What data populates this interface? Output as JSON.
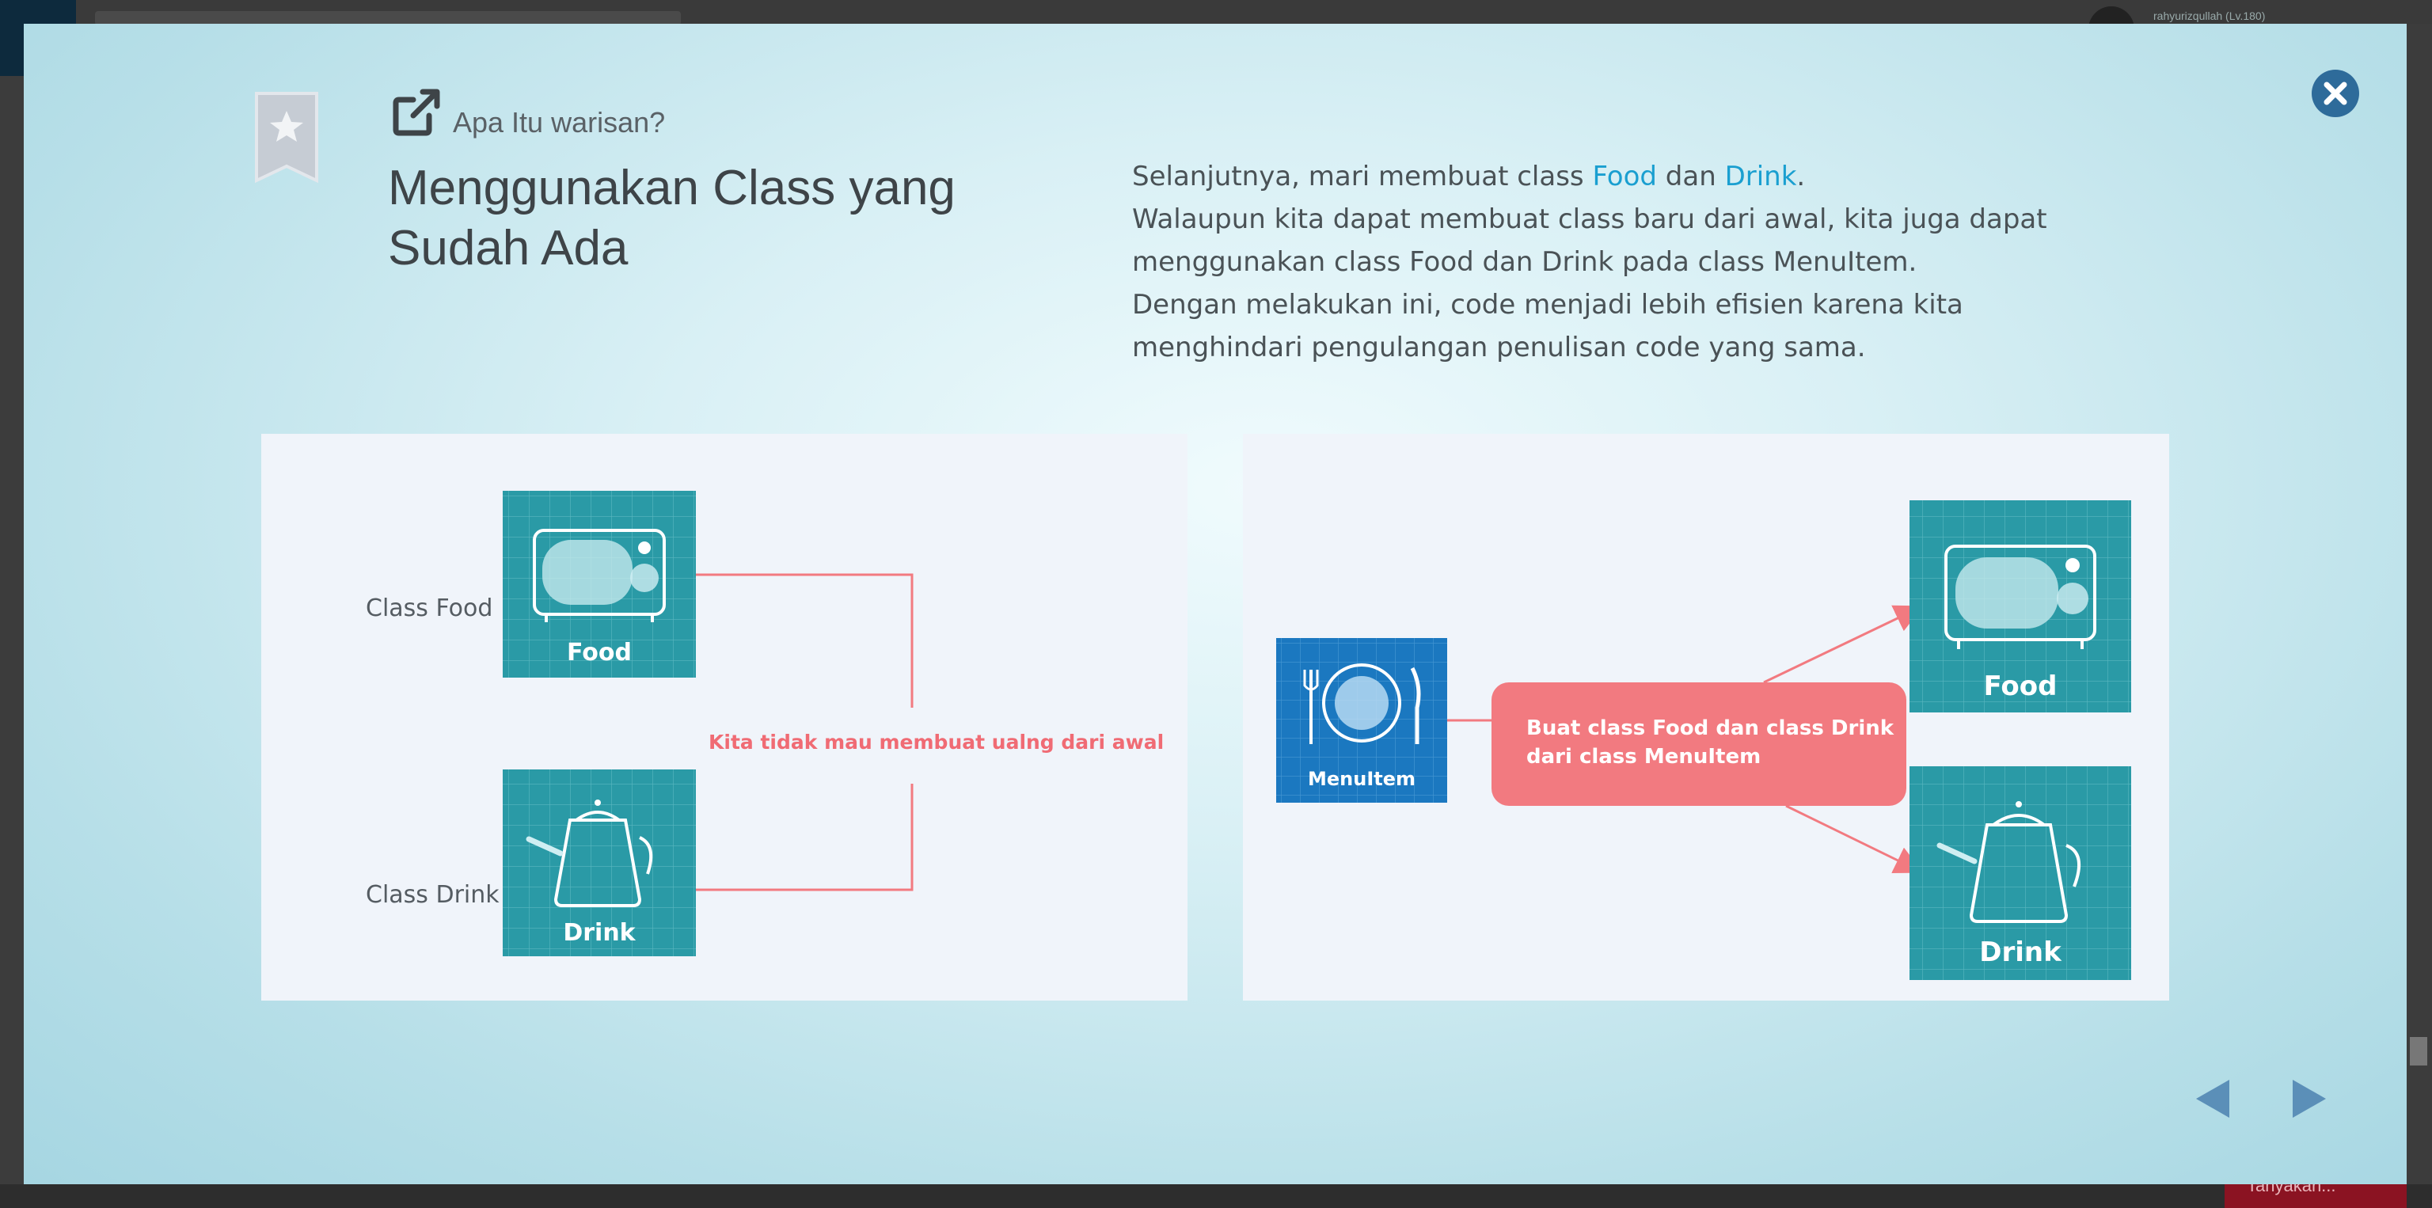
{
  "background": {
    "username": "rahyurizqullah (Lv.180)",
    "bottom_button_label": "Tanyakan..."
  },
  "slide": {
    "subtitle": "Apa Itu warisan?",
    "title_line1": "Menggunakan Class yang",
    "title_line2": "Sudah Ada",
    "desc": {
      "line1_pre": "Selanjutnya, mari membuat class ",
      "food_link": "Food",
      "line1_mid": " dan ",
      "drink_link": "Drink",
      "line1_post": ".",
      "line2": "Walaupun kita dapat membuat class baru dari awal, kita juga dapat",
      "line3": "menggunakan class Food dan Drink pada class MenuItem.",
      "line4": "Dengan melakukan ini, code menjadi lebih efisien karena kita",
      "line5": "menghindari pengulangan penulisan code yang sama."
    },
    "left_diagram": {
      "class_food_label": "Class Food",
      "class_drink_label": "Class Drink",
      "food_icon_label": "Food",
      "drink_icon_label": "Drink",
      "note": "Kita tidak mau membuat ualng dari awal"
    },
    "right_diagram": {
      "menuitem_label": "MenuItem",
      "callout_line1": "Buat class Food dan class Drink",
      "callout_line2": "dari class MenuItem",
      "food_icon_label": "Food",
      "drink_icon_label": "Drink"
    }
  },
  "icons": {
    "bookmark": "bookmark-star-icon",
    "external": "external-link-icon",
    "close": "close-circle-icon",
    "prev": "triangle-left-icon",
    "next": "triangle-right-icon"
  },
  "colors": {
    "teal_tile": "#2a9aa6",
    "blue_tile": "#1b78c0",
    "connector_red": "#f27a80",
    "link_blue": "#1a9fd0",
    "close_blue": "#2e6b9a"
  }
}
